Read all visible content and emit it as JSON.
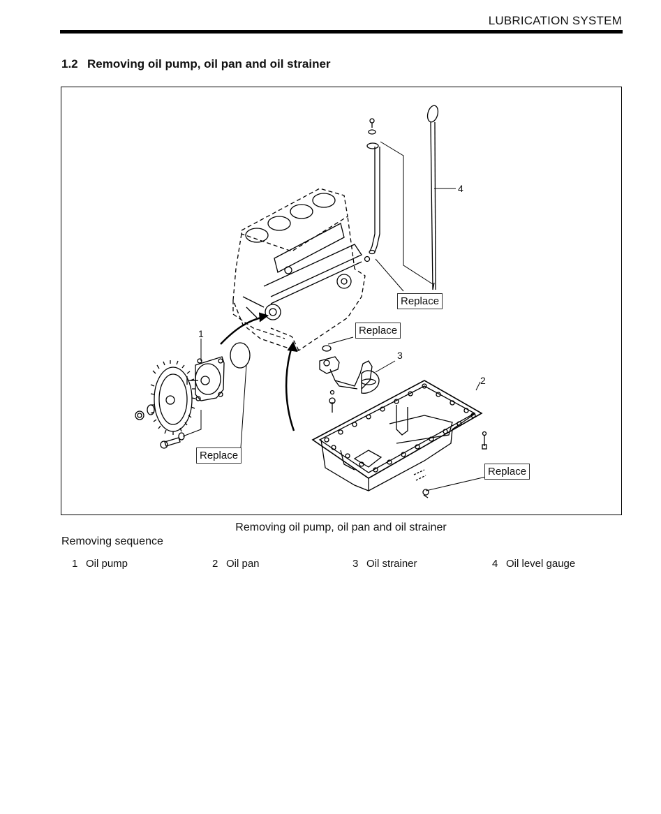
{
  "header": {
    "title": "LUBRICATION SYSTEM"
  },
  "section": {
    "number": "1.2",
    "title": "Removing oil pump, oil pan and oil strainer"
  },
  "figure": {
    "callouts": [
      "1",
      "2",
      "3",
      "4"
    ],
    "replace_label": "Replace",
    "caption": "Removing oil pump, oil pan and oil strainer"
  },
  "sequence": {
    "title": "Removing sequence",
    "items": [
      {
        "num": "1",
        "label": "Oil pump"
      },
      {
        "num": "2",
        "label": "Oil pan"
      },
      {
        "num": "3",
        "label": "Oil strainer"
      },
      {
        "num": "4",
        "label": "Oil level gauge"
      }
    ]
  }
}
